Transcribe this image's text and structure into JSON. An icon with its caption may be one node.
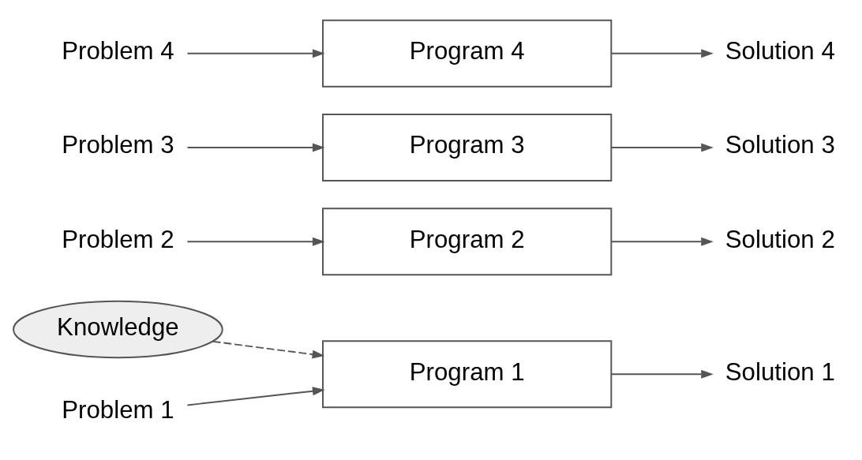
{
  "diagram": {
    "nodes": [
      {
        "text": [
          "Knowledge"
        ]
      },
      {
        "text": [
          "Problem 1"
        ]
      },
      {
        "text": [
          "Program 1"
        ]
      },
      {
        "text": [
          "Solution 1"
        ]
      },
      {
        "text": [
          "Problem 2"
        ]
      },
      {
        "text": [
          "Program 2"
        ]
      },
      {
        "text": [
          "Solution 2"
        ]
      },
      {
        "text": [
          "Problem 3"
        ]
      },
      {
        "text": [
          "Program 3"
        ]
      },
      {
        "text": [
          "Solution 3"
        ]
      },
      {
        "text": [
          "Problem 4"
        ]
      },
      {
        "text": [
          "Program 4"
        ]
      },
      {
        "text": [
          "Solution 4"
        ]
      }
    ],
    "edges": [
      {
        "from": 0,
        "to": 2,
        "arrow": "to",
        "style": "dashed"
      },
      {
        "from": 1,
        "to": 2,
        "arrow": "to"
      },
      {
        "from": 2,
        "to": 3,
        "arrow": "to"
      },
      {
        "from": 4,
        "to": 5,
        "arrow": "to"
      },
      {
        "from": 5,
        "to": 6,
        "arrow": "to"
      },
      {
        "from": 7,
        "to": 8,
        "arrow": "to"
      },
      {
        "from": 8,
        "to": 9,
        "arrow": "to"
      },
      {
        "from": 10,
        "to": 11,
        "arrow": "to"
      },
      {
        "from": 11,
        "to": 12,
        "arrow": "to"
      }
    ]
  }
}
